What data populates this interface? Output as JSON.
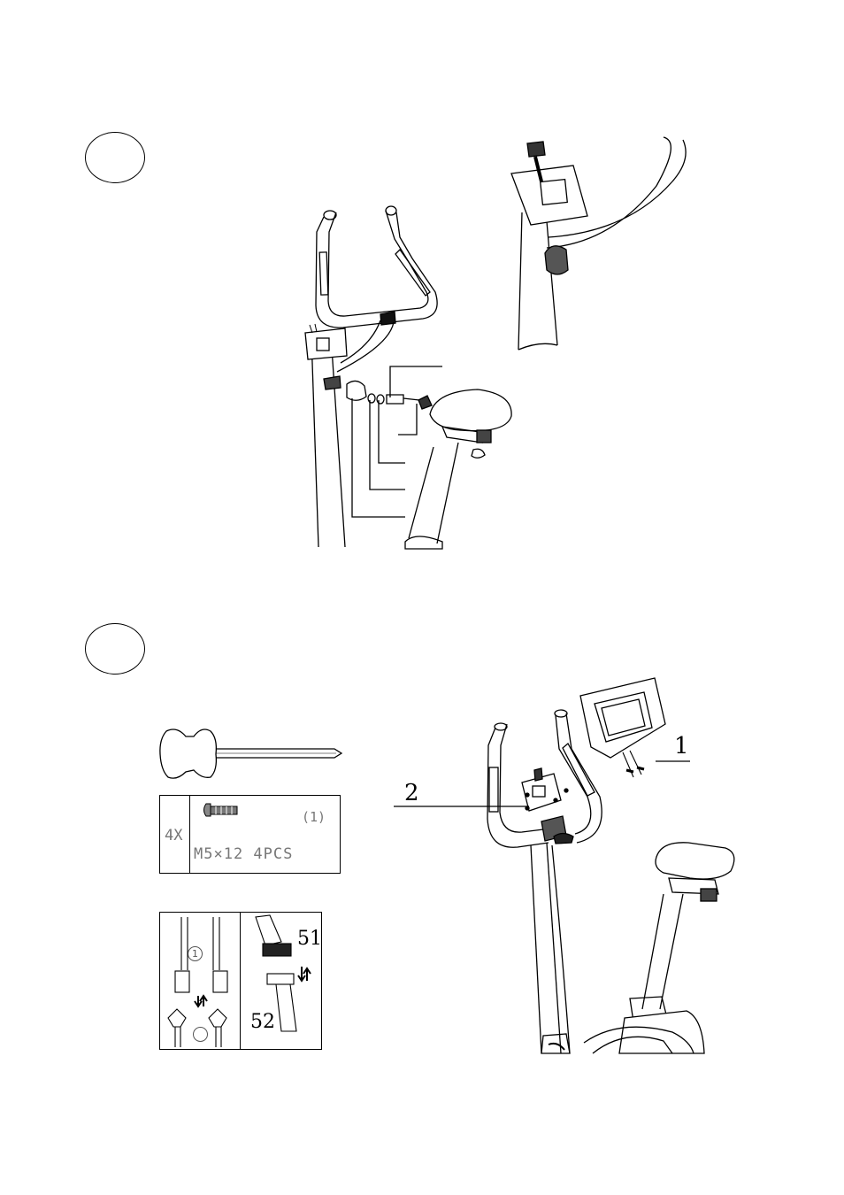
{
  "step2": {
    "callouts": {
      "console": "1",
      "console_bracket": "2"
    },
    "screw_box": {
      "qty": "4X",
      "spec": "M5×12 4PCS",
      "ref": "(1)"
    },
    "connector_box": {
      "ref": "1",
      "cable_a": "51",
      "cable_b": "52"
    }
  }
}
